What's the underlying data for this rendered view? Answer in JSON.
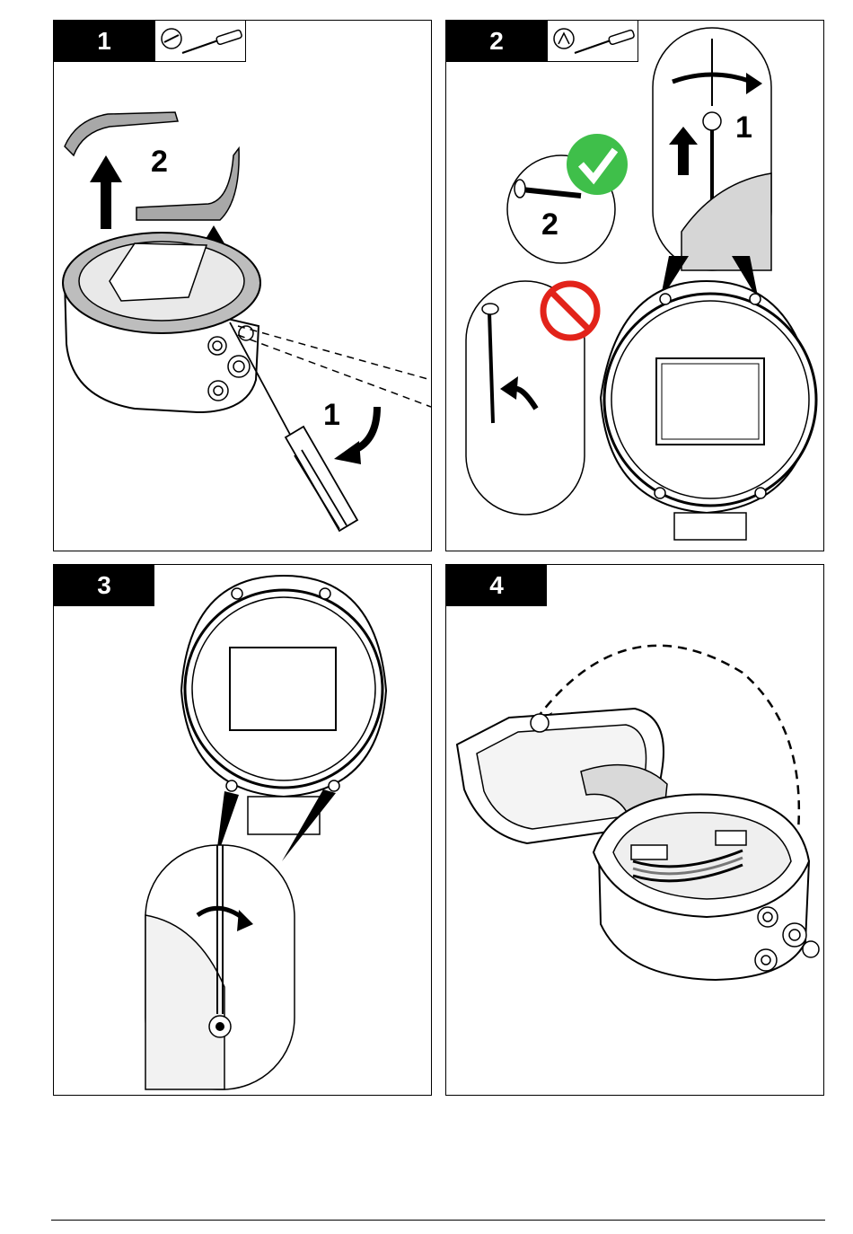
{
  "panels": [
    {
      "step": "1",
      "callouts": [
        "1",
        "2"
      ],
      "tool_icon": "flat-screwdriver-icon"
    },
    {
      "step": "2",
      "callouts": [
        "1",
        "2"
      ],
      "tool_icon": "torx-screwdriver-icon",
      "status_icons": {
        "correct": "green-check-icon",
        "incorrect": "red-prohibited-icon"
      }
    },
    {
      "step": "3",
      "callouts": []
    },
    {
      "step": "4",
      "callouts": []
    }
  ],
  "colors": {
    "check_green": "#3fbf4a",
    "prohibit_red": "#e2231a",
    "ink": "#000000",
    "metal_gray": "#9a9a9a"
  }
}
